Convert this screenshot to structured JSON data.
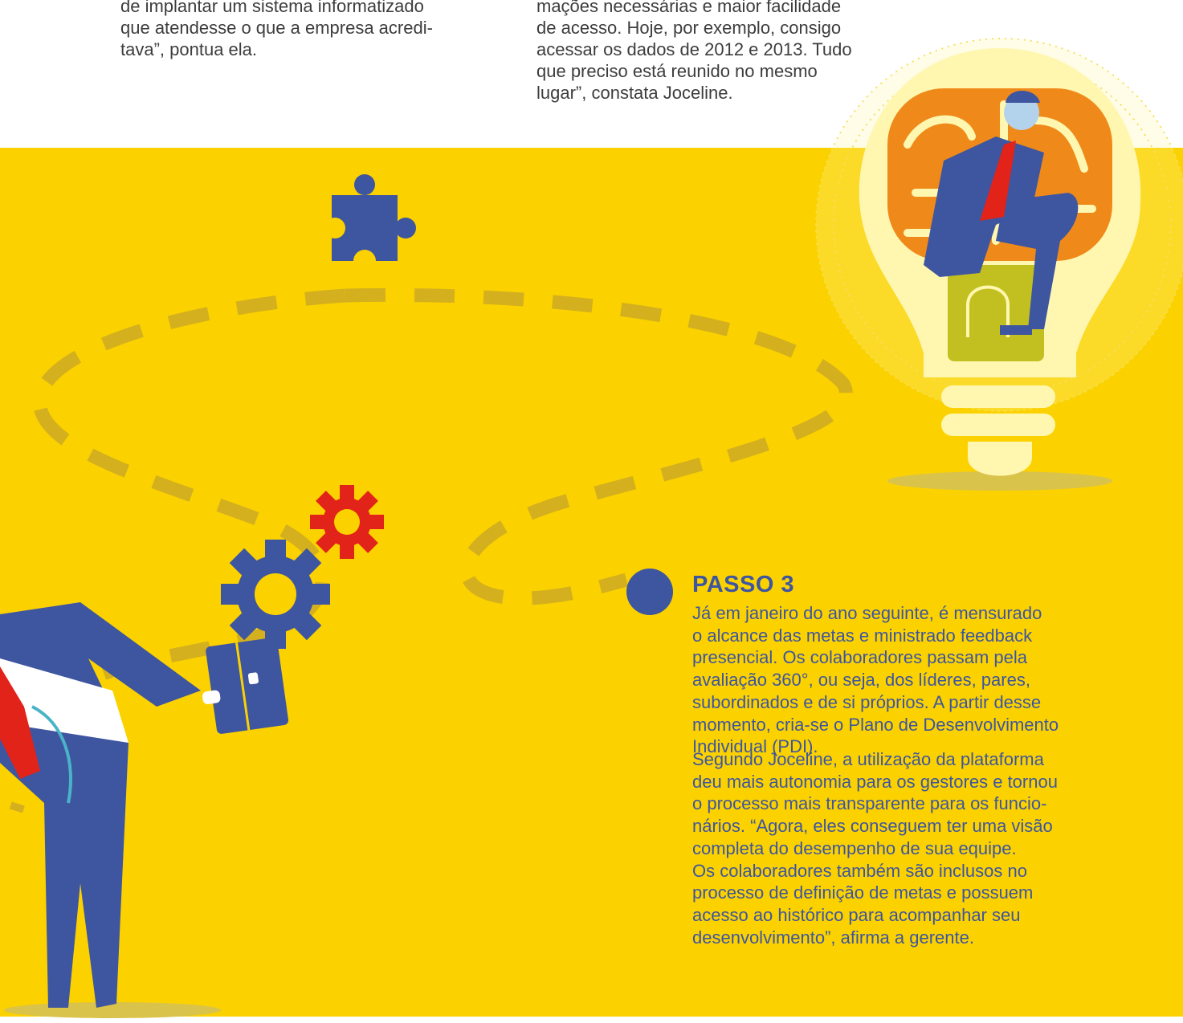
{
  "top_text": {
    "left_column": [
      "de implantar um sistema informatizado",
      "que atendesse o que a empresa acredi-",
      "tava”, pontua ela."
    ],
    "middle_column": [
      "mações necessárias e maior facilidade",
      "de acesso. Hoje, por exemplo, consigo",
      "acessar os dados de 2012 e 2013. Tudo",
      "que preciso está reunido no mesmo",
      "lugar”, constata Joceline."
    ]
  },
  "passo3": {
    "title": "PASSO 3",
    "paragraph1": [
      "Já em janeiro do ano seguinte, é mensurado",
      "o alcance das metas e ministrado feedback",
      "presencial. Os colaboradores passam pela",
      "avaliação 360°, ou seja, dos líderes, pares,",
      "subordinados e de si próprios. A partir desse",
      "momento, cria-se o Plano de Desenvolvimento",
      "Individual (PDI)."
    ],
    "paragraph2": [
      "Segundo Joceline, a utilização da plataforma",
      "deu mais autonomia para os gestores e tornou",
      "o processo mais transparente para os funcio-",
      "nários. “Agora, eles conseguem ter uma visão",
      "completa do desempenho de sua equipe.",
      "Os colaboradores também são inclusos no",
      "processo de definição de metas e possuem",
      "acesso ao histórico para acompanhar seu",
      "desenvolvimento”, afirma a gerente."
    ]
  },
  "colors": {
    "background_yellow": "#fbd200",
    "brand_blue": "#3e55a0",
    "accent_red": "#e2231a",
    "dash_gold": "#d4b01e",
    "brain_orange": "#ef8a1a",
    "bulb_glow": "#fff7b0",
    "text_gray": "#3d3d3d"
  },
  "illustrations": [
    "puzzle-piece-icon",
    "dashed-path",
    "lightbulb-thinker",
    "gear-icon",
    "businessman-with-briefcase"
  ]
}
